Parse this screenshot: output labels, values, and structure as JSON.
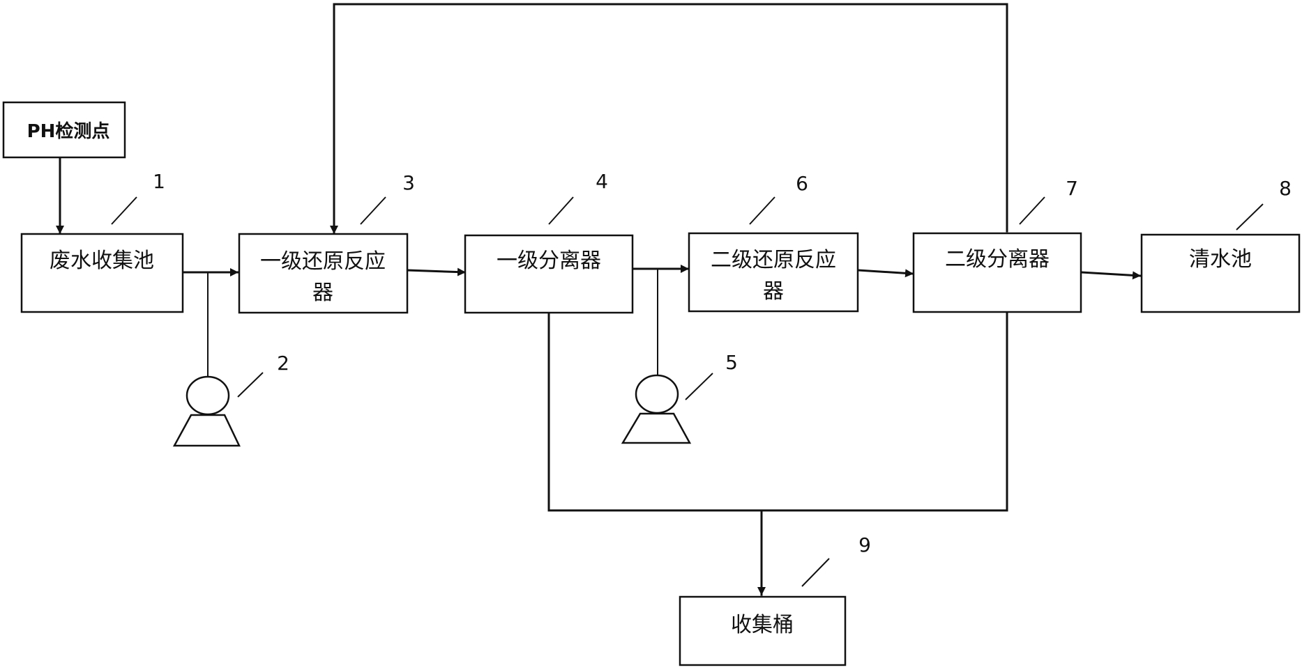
{
  "nodes": {
    "ph": {
      "label": "PH检测点"
    },
    "collection_pool": {
      "label": "废水收集池",
      "number": "1"
    },
    "reactor1": {
      "line1": "一级还原反应",
      "line2": "器",
      "number": "3"
    },
    "separator1": {
      "label": "一级分离器",
      "number": "4"
    },
    "reactor2": {
      "line1": "二级还原反应",
      "line2": "器",
      "number": "6"
    },
    "separator2": {
      "label": "二级分离器",
      "number": "7"
    },
    "clear_pool": {
      "label": "清水池",
      "number": "8"
    },
    "bucket": {
      "label": "收集桶",
      "number": "9"
    },
    "pump1": {
      "number": "2"
    },
    "pump2": {
      "number": "5"
    }
  }
}
